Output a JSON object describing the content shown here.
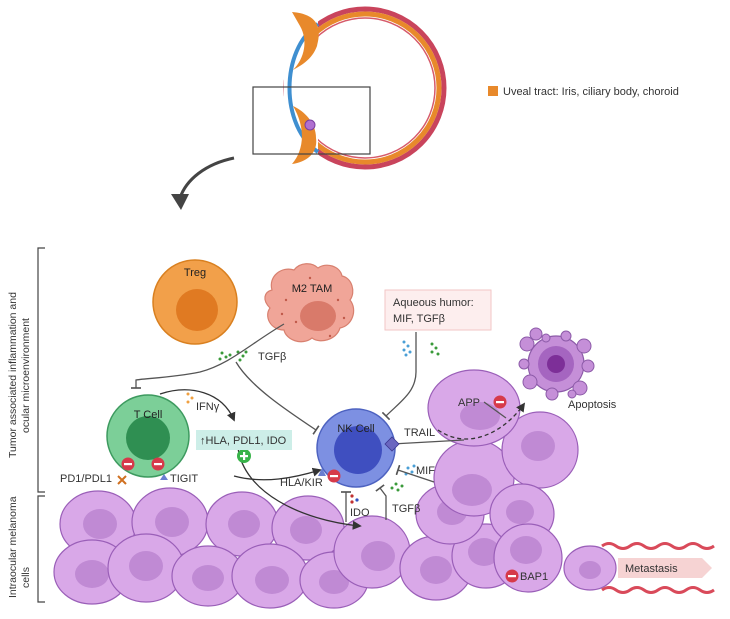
{
  "legend": {
    "label": "Uveal tract: Iris, ciliary body, choroid",
    "swatch_color": "#e8892b"
  },
  "side_labels": {
    "upper_line1": "Tumor associated inflammation and",
    "upper_line2": "ocular microenvironment",
    "lower_line1": "Intraocular melanoma",
    "lower_line2": "cells"
  },
  "cells": {
    "treg": "Treg",
    "m2_tam": "M2 TAM",
    "t_cell": "T Cell",
    "nk_cell": "NK Cell",
    "apoptosis": "Apoptosis"
  },
  "aqueous_humor": {
    "line1": "Aqueous humor:",
    "line2": "MIF, TGFβ"
  },
  "molecules": {
    "tgfb_top": "TGFβ",
    "ifng": "IFNγ",
    "hla_box": "↑HLA, PDL1, IDO",
    "trail": "TRAIL",
    "app": "APP",
    "mif": "MIF",
    "hla_kir": "HLA/KIR",
    "pd1_pdl1": "PD1/PDL1",
    "tigit": "TIGIT",
    "ido": "IDO",
    "tgfb_bottom": "TGFβ",
    "bap1": "BAP1",
    "metastasis": "Metastasis"
  },
  "colors": {
    "uveal_orange": "#e8892b",
    "eye_red": "#c9445c",
    "iris_blue": "#3f8fd0",
    "melanoma_purple": "#d9a8e8",
    "treg_orange": "#f2a04a",
    "tam_pink": "#f0a598",
    "tcell_green": "#7ccf98",
    "nk_blue": "#7d90e2",
    "hla_box_bg": "#cdeee8",
    "aqueous_box_bg": "#fdeeee",
    "inhibit_red": "#d63a4a",
    "activate_green": "#38b349"
  }
}
